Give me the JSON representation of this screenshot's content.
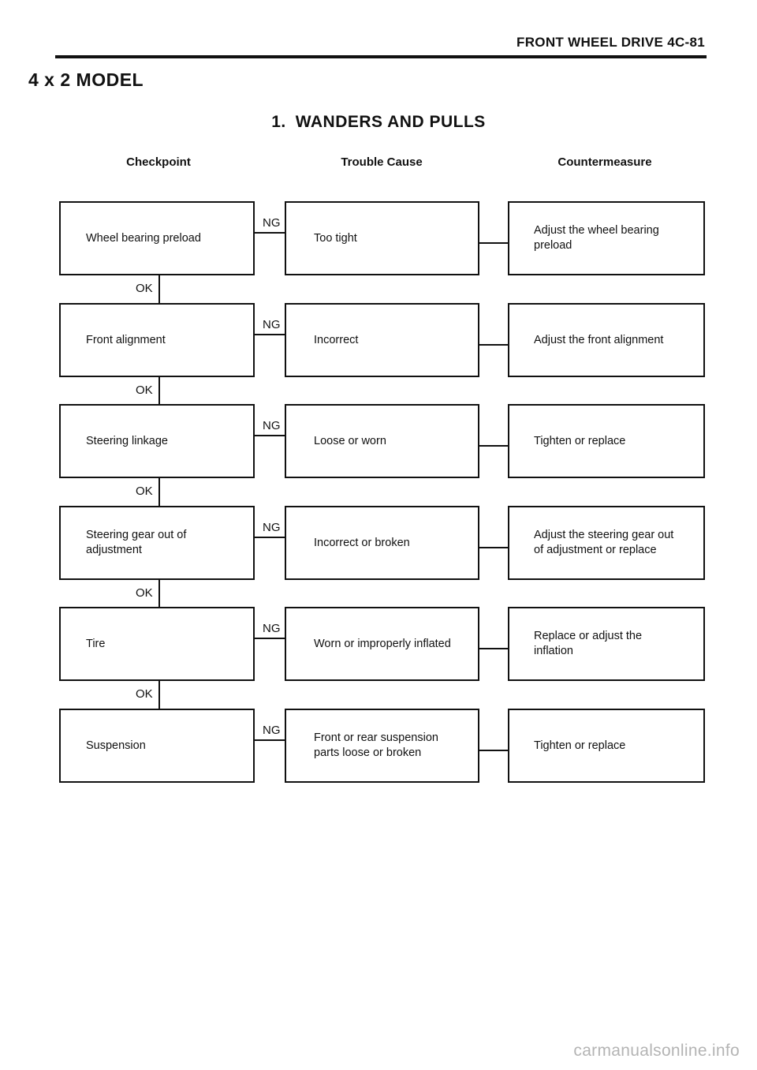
{
  "header": {
    "title": "FRONT WHEEL DRIVE 4C-81"
  },
  "model": "4 x 2 MODEL",
  "section": {
    "number": "1.",
    "title": "WANDERS AND PULLS"
  },
  "columns": {
    "checkpoint": "Checkpoint",
    "cause": "Trouble Cause",
    "countermeasure": "Countermeasure"
  },
  "labels": {
    "ng": "NG",
    "ok": "OK"
  },
  "rows": [
    {
      "checkpoint": "Wheel bearing preload",
      "cause": "Too tight",
      "countermeasure": "Adjust the wheel bearing\npreload"
    },
    {
      "checkpoint": "Front alignment",
      "cause": "Incorrect",
      "countermeasure": "Adjust the front alignment"
    },
    {
      "checkpoint": "Steering linkage",
      "cause": "Loose or worn",
      "countermeasure": "Tighten or replace"
    },
    {
      "checkpoint": "Steering gear out of\nadjustment",
      "cause": "Incorrect or broken",
      "countermeasure": "Adjust the steering gear out\nof adjustment or replace"
    },
    {
      "checkpoint": "Tire",
      "cause": "Worn or improperly inflated",
      "countermeasure": "Replace or adjust the\ninflation"
    },
    {
      "checkpoint": "Suspension",
      "cause": "Front or rear suspension\nparts loose or broken",
      "countermeasure": "Tighten or replace"
    }
  ],
  "watermark": "carmanualsonline.info"
}
